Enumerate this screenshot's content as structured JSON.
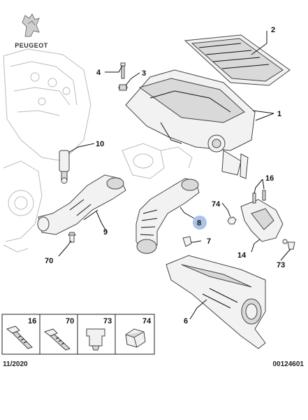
{
  "brand": {
    "name": "PEUGEOT"
  },
  "footer": {
    "date": "11/2020",
    "reference": "00124601"
  },
  "callouts": {
    "c1": "1",
    "c2": "2",
    "c3": "3",
    "c4": "4",
    "c6": "6",
    "c7": "7",
    "c8": "8",
    "c9": "9",
    "c10": "10",
    "c14": "14",
    "c16": "16",
    "c70": "70",
    "c73": "73",
    "c74": "74"
  },
  "legend": [
    {
      "number": "16"
    },
    {
      "number": "70"
    },
    {
      "number": "73"
    },
    {
      "number": "74"
    }
  ],
  "colors": {
    "highlight": "#aac3e6",
    "ink": "#111111"
  }
}
